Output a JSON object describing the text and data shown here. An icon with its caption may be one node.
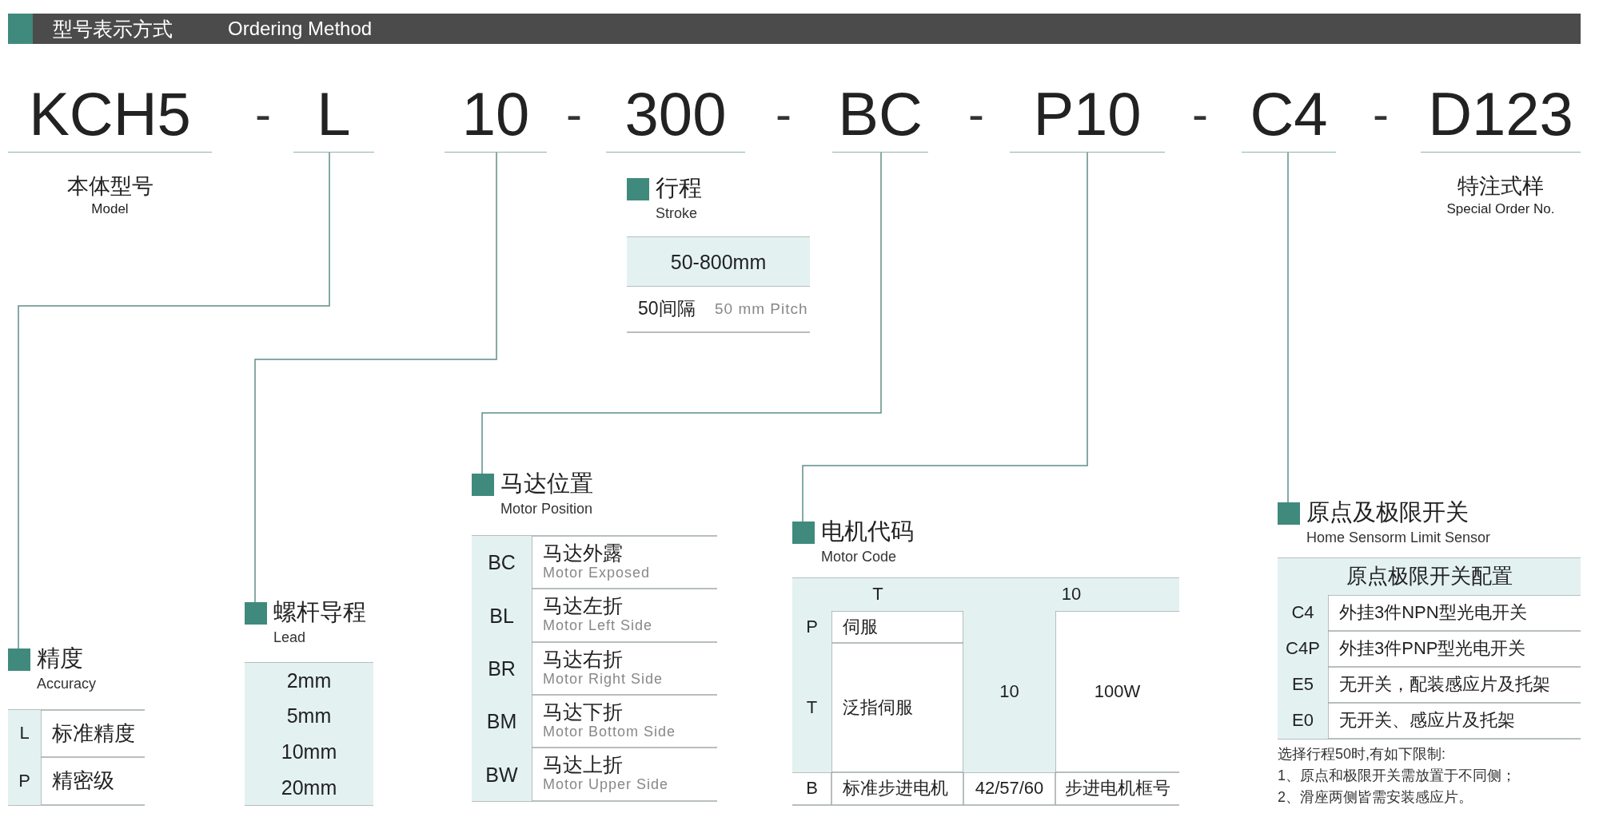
{
  "diagram": {
    "title": "型号表示方式",
    "nodes": [
      {
        "text": [
          "KCH5"
        ],
        "beside": [
          "本体型号",
          "Model"
        ]
      },
      {
        "text": [
          "L"
        ]
      },
      {
        "text": [
          "10"
        ]
      },
      {
        "text": [
          "300"
        ]
      },
      {
        "text": [
          "BC"
        ]
      },
      {
        "text": [
          "P10"
        ]
      },
      {
        "text": [
          "C4"
        ]
      },
      {
        "text": [
          "D123"
        ],
        "beside": [
          "特注式样",
          "Special Order No."
        ]
      },
      {
        "text": [
          "行程",
          "Stroke"
        ]
      },
      {
        "text": [
          "精度",
          "Accuracy"
        ]
      },
      {
        "text": [
          "螺杆导程",
          "Lead"
        ]
      },
      {
        "text": [
          "马达位置",
          "Motor Position"
        ]
      },
      {
        "text": [
          "电机代码",
          "Motor Code"
        ]
      },
      {
        "text": [
          "原点及极限开关",
          "Home Sensorm Limit Sensor"
        ]
      }
    ],
    "edges": [
      {
        "from": 1,
        "to": 9,
        "arrow": "none"
      },
      {
        "from": 2,
        "to": 10,
        "arrow": "none"
      },
      {
        "from": 4,
        "to": 11,
        "arrow": "none"
      },
      {
        "from": 5,
        "to": 12,
        "arrow": "none"
      },
      {
        "from": 6,
        "to": 13,
        "arrow": "none"
      }
    ],
    "labels": [
      "Ordering Method",
      "-",
      "-",
      "-",
      "-",
      "-",
      "-",
      "50-800mm",
      "50间隔",
      "50 mm Pitch",
      "L",
      "标准精度",
      "P",
      "精密级",
      "2mm",
      "5mm",
      "10mm",
      "20mm",
      "BC",
      "马达外露",
      "Motor Exposed",
      "BL",
      "马达左折",
      "Motor Left Side",
      "BR",
      "马达右折",
      "Motor Right Side",
      "BM",
      "马达下折",
      "Motor Bottom Side",
      "BW",
      "马达上折",
      "Motor Upper Side",
      "T",
      "10",
      "P",
      "伺服",
      "10",
      "100W",
      "T",
      "泛指伺服",
      "B",
      "标准步进电机",
      "42/57/60",
      "步进电机框号",
      "原点极限开关配置",
      "C4",
      "外挂3件NPN型光电开关",
      "C4P",
      "外挂3件PNP型光电开关",
      "E5",
      "无开关，配装感应片及托架",
      "E0",
      "无开关、感应片及托架",
      "选择行程50时,有如下限制:",
      "1、原点和极限开关需放置于不同侧；",
      "2、滑座两侧皆需安装感应片。"
    ]
  }
}
